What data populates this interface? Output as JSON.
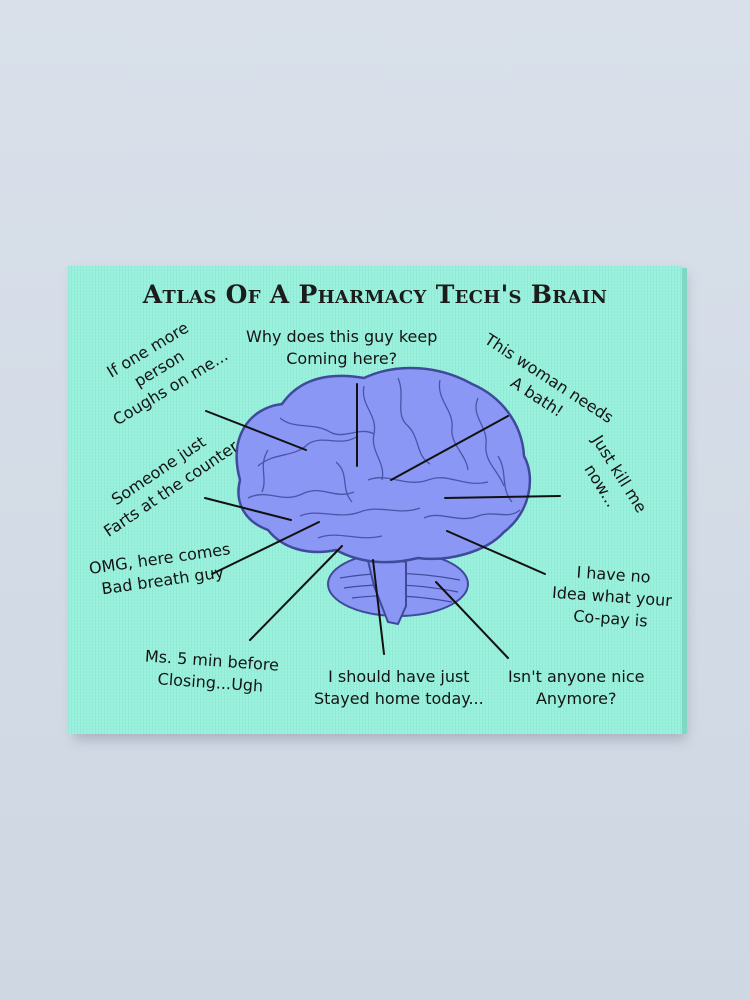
{
  "poster": {
    "title": "Atlas Of A Pharmacy Tech's Brain",
    "colors": {
      "wall": "#d6dde8",
      "canvas": "#97f1dc",
      "brain_fill": "#8a97f4",
      "brain_outline": "#3f4a9a",
      "lines": "#111111"
    },
    "labels": {
      "cough": "If one more\nperson\nCoughs on me...",
      "guy_keep": "Why does this guy keep\nComing here?",
      "woman_bath": "This woman needs\nA bath!",
      "farts": "Someone just\nFarts at the counter",
      "kill_me": "Just kill me\nnow...",
      "bad_breath": "OMG, here comes\nBad breath guy",
      "copay": "I have no\nIdea what your\nCo-pay is",
      "closing": "Ms. 5 min before\nClosing...Ugh",
      "stayed_home": "I should have just\nStayed home today...",
      "nice": "Isn't anyone nice\nAnymore?"
    }
  }
}
